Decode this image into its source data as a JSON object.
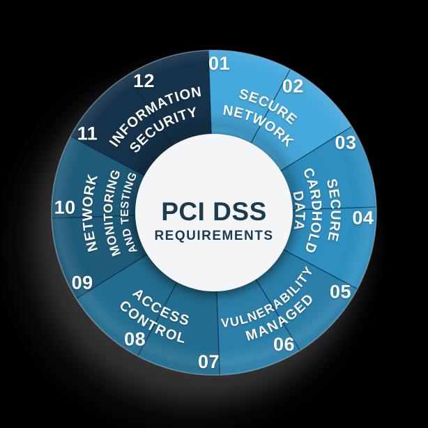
{
  "diagram": {
    "background_color": "#000000",
    "center": {
      "title": "PCI DSS",
      "subtitle": "REQUIREMENTS",
      "text_color": "#1d3b4e",
      "circle_color": "#f3f5f6"
    },
    "label_color": "#ffffff",
    "number_color": "#ffffff",
    "groups": [
      {
        "name": "secure-network",
        "segments": [
          "01",
          "02"
        ],
        "label_lines": [
          "SECURE",
          "NETWORK"
        ],
        "color": "#45a9dc"
      },
      {
        "name": "secure-cardhold-data",
        "segments": [
          "03",
          "04"
        ],
        "label_lines": [
          "SECURE",
          "CARDHOLD",
          "DATA"
        ],
        "color": "#2d8fc0"
      },
      {
        "name": "vulnerability-managed",
        "segments": [
          "05",
          "06"
        ],
        "label_lines": [
          "VULNERABILITY",
          "MANAGED"
        ],
        "color": "#2a7fa9"
      },
      {
        "name": "access-control",
        "segments": [
          "07",
          "08"
        ],
        "label_lines": [
          "ACCESS",
          "CONTROL"
        ],
        "color": "#226d90"
      },
      {
        "name": "network-monitoring-and-testing",
        "segments": [
          "09",
          "10"
        ],
        "label_lines": [
          "NETWORK",
          "MONITORING",
          "AND TESTING"
        ],
        "color": "#1d5b7a"
      },
      {
        "name": "information-security",
        "segments": [
          "11",
          "12"
        ],
        "label_lines": [
          "INFORMATION",
          "SECURITY"
        ],
        "color": "#14324a"
      }
    ],
    "segment_numbers": [
      "01",
      "02",
      "03",
      "04",
      "05",
      "06",
      "07",
      "08",
      "09",
      "10",
      "11",
      "12"
    ]
  }
}
